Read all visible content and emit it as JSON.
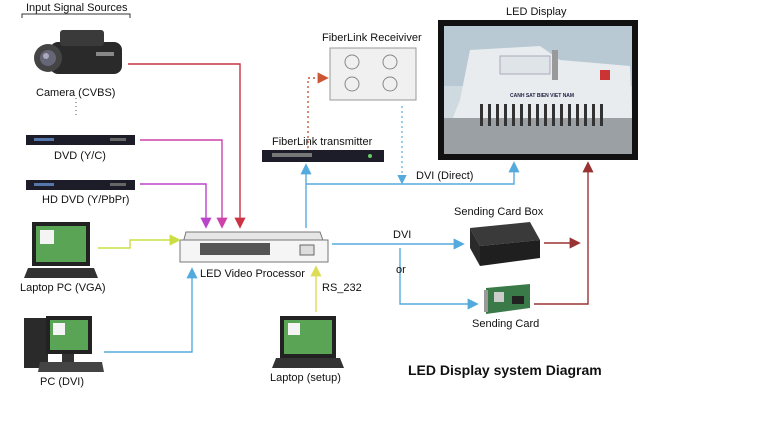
{
  "sources_header": "Input Signal Sources",
  "devices": {
    "camera": "Camera (CVBS)",
    "dvd": "DVD (Y/C)",
    "hd_dvd": "HD DVD (Y/PbPr)",
    "laptop_vga": "Laptop PC (VGA)",
    "pc_dvi": "PC (DVI)",
    "processor": "LED Video Processor",
    "laptop_setup": "Laptop  (setup)",
    "fiber_tx": "FiberLink transmitter",
    "fiber_rx": "FiberLink Receiviver",
    "led_display": "LED Display",
    "sending_box": "Sending Card Box",
    "sending_card": "Sending Card"
  },
  "signals": {
    "rs232": "RS_232",
    "dvi_direct": "DVI (Direct)",
    "dvi": "DVI",
    "or": "or"
  },
  "diagram_title": "LED Display system Diagram",
  "photo_text": {
    "ship_name": "CANH SAT BIEN VIET NAM"
  },
  "colors": {
    "camera_line": "#cc3344",
    "dvd_line": "#cc44aa",
    "hddvd_line": "#bb44cc",
    "vga_line": "#ccdd44",
    "dvi_line": "#55aadd",
    "rs232_line": "#dddd55",
    "fiber_line": "#cc5533",
    "output_line": "#993333"
  }
}
